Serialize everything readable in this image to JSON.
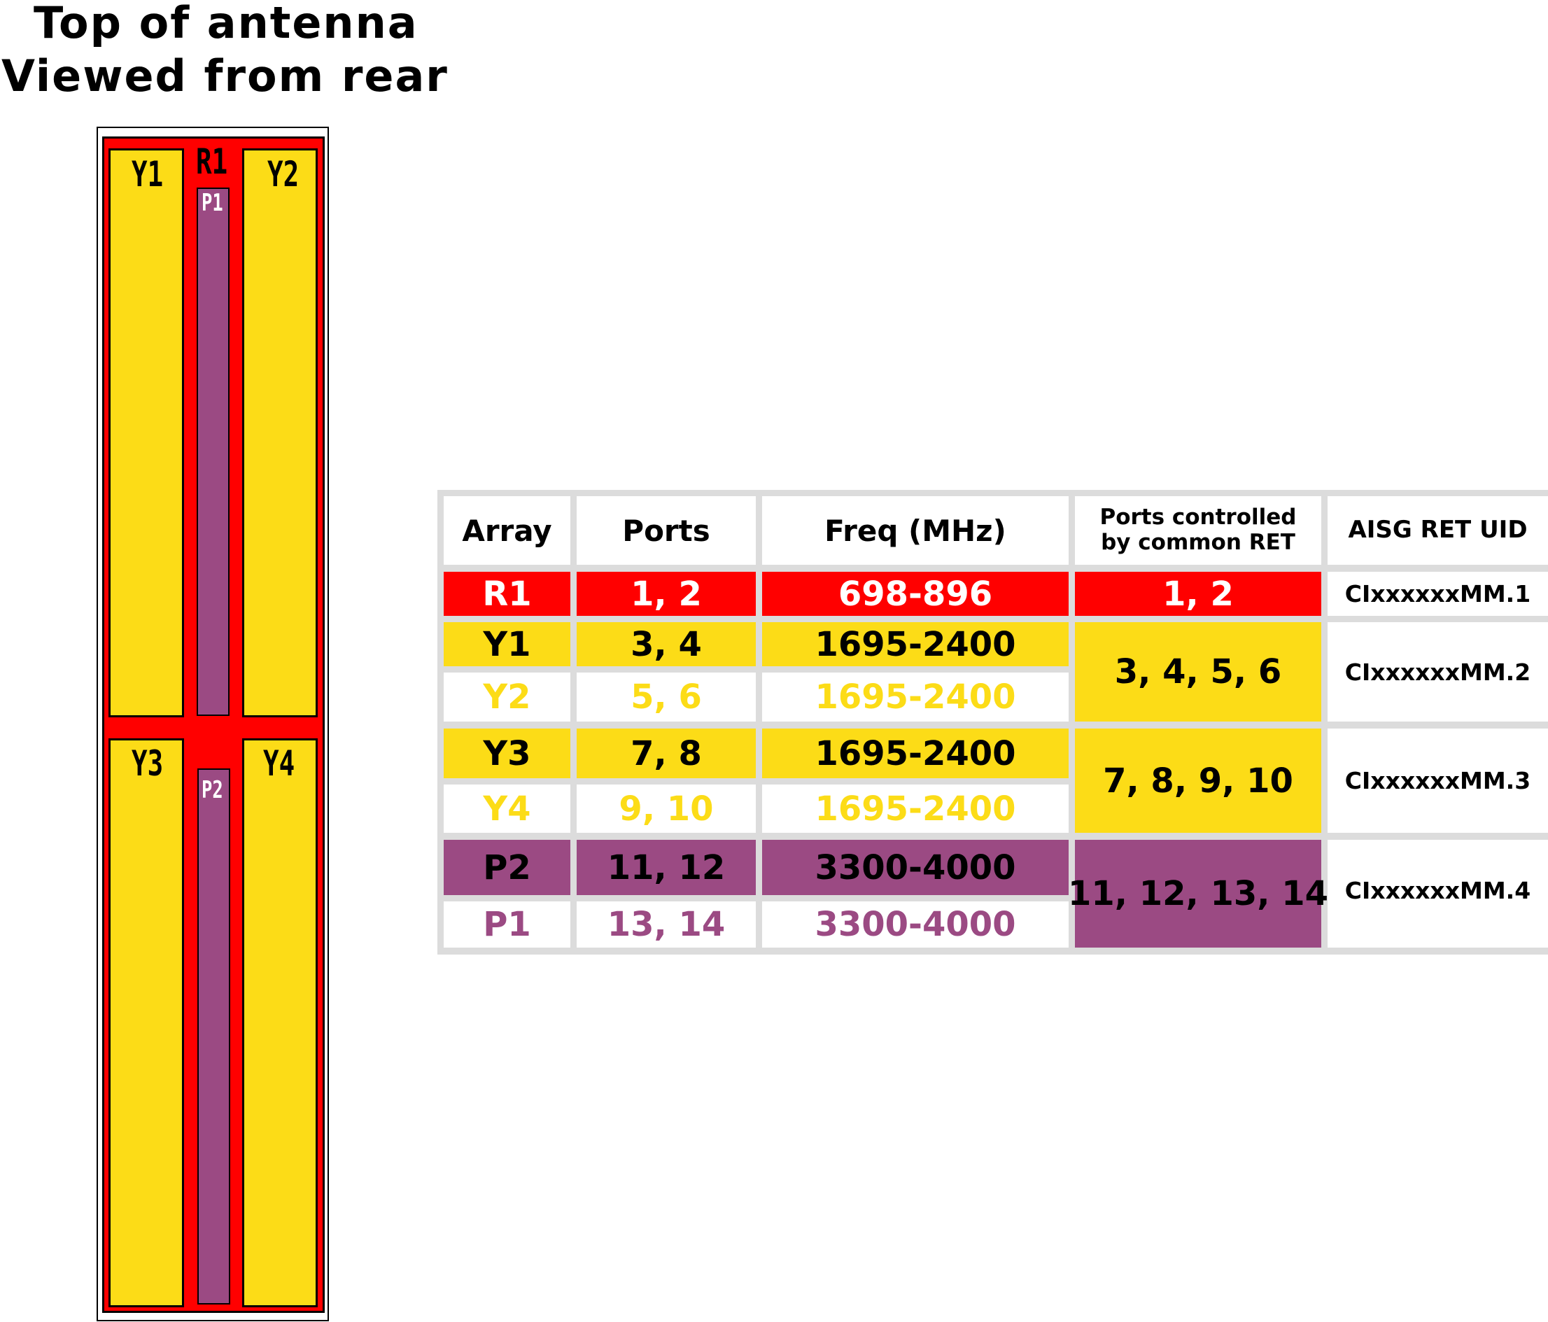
{
  "title": {
    "line1": "Top of antenna",
    "line2": "Viewed from rear"
  },
  "antenna": {
    "labels": {
      "r1": "R1",
      "y1": "Y1",
      "y2": "Y2",
      "y3": "Y3",
      "y4": "Y4",
      "p1": "P1",
      "p2": "P2"
    }
  },
  "colors": {
    "red": "#ff0000",
    "yellow": "#fcdc17",
    "purple": "#9b4a83",
    "grid": "#dcdcdc"
  },
  "table": {
    "headers": [
      "Array",
      "Ports",
      "Freq (MHz)",
      "Ports controlled\nby common RET",
      "AISG RET UID"
    ],
    "header_ret_line1": "Ports controlled",
    "header_ret_line2": "by common RET",
    "rows": [
      {
        "array": "R1",
        "ports": "1, 2",
        "freq": "698-896"
      },
      {
        "array": "Y1",
        "ports": "3, 4",
        "freq": "1695-2400"
      },
      {
        "array": "Y2",
        "ports": "5, 6",
        "freq": "1695-2400"
      },
      {
        "array": "Y3",
        "ports": "7, 8",
        "freq": "1695-2400"
      },
      {
        "array": "Y4",
        "ports": "9, 10",
        "freq": "1695-2400"
      },
      {
        "array": "P2",
        "ports": "11, 12",
        "freq": "3300-4000"
      },
      {
        "array": "P1",
        "ports": "13, 14",
        "freq": "3300-4000"
      }
    ],
    "groups": [
      {
        "ret_ports": "1, 2",
        "uid": "CIxxxxxxMM.1"
      },
      {
        "ret_ports": "3, 4, 5, 6",
        "uid": "CIxxxxxxMM.2"
      },
      {
        "ret_ports": "7, 8, 9, 10",
        "uid": "CIxxxxxxMM.3"
      },
      {
        "ret_ports": "11, 12, 13, 14",
        "uid": "CIxxxxxxMM.4"
      }
    ]
  }
}
